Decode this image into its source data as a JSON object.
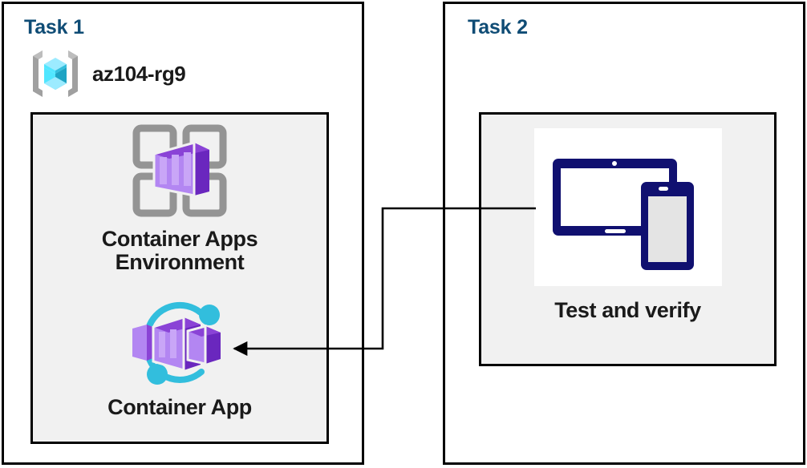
{
  "diagram": {
    "title": "Azure Container Apps task diagram",
    "background": "#ffffff",
    "colors": {
      "task_heading": "#0f4c75",
      "panel_border": "#000000",
      "group_fill": "#f1f1f1",
      "label_text": "#1a1a1a",
      "azure_purple": "#7a37c9",
      "azure_purple_light": "#a96ded",
      "azure_cyan": "#32bedd",
      "azure_cyan_light": "#9cebff",
      "icon_gray": "#949494",
      "device_navy": "#101070",
      "connector": "#000000"
    }
  },
  "panels": [
    {
      "id": "task1",
      "title": "Task 1",
      "resource_group": {
        "name": "az104-rg9",
        "icon": "resource-group-icon"
      },
      "nodes": [
        {
          "id": "container-apps-environment",
          "label": "Container Apps\nEnvironment",
          "icon": "container-apps-environment-icon"
        },
        {
          "id": "container-app",
          "label": "Container App",
          "icon": "container-app-icon"
        }
      ]
    },
    {
      "id": "task2",
      "title": "Task 2",
      "nodes": [
        {
          "id": "test-and-verify",
          "label": "Test and verify",
          "icon": "devices-tablet-phone-icon"
        }
      ]
    }
  ],
  "connectors": [
    {
      "id": "test-to-container-app",
      "from": "test-and-verify",
      "to": "container-app",
      "style": "elbow",
      "arrowhead": "to"
    }
  ]
}
